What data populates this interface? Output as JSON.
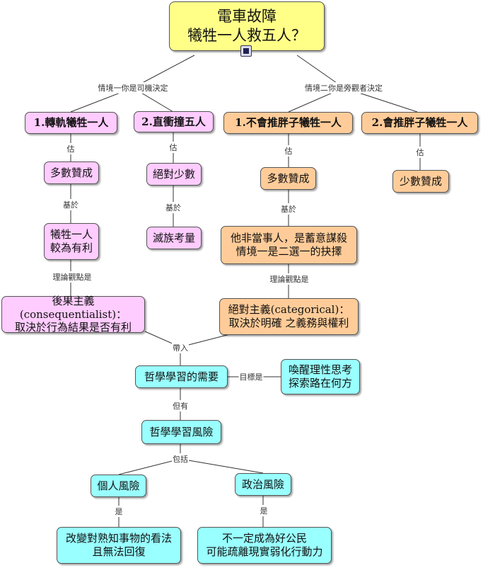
{
  "title": {
    "line1": "電車故障",
    "line2": "犧牲一人救五人？"
  },
  "icons": {
    "attachment": "film-strip-icon"
  },
  "scenarios": {
    "left": "情境一你是司機決定",
    "right": "情境二你是旁觀者決定"
  },
  "options": {
    "o1": "1.轉軌犧牲一人",
    "o2": "2.直衝撞五人",
    "o3": "1.不會推胖子犧牲一人",
    "o4": "2.會推胖子犧牲一人"
  },
  "outcomes": {
    "o1_vote": "多數贊成",
    "o2_vote": "絕對少數",
    "o3_vote": "多數贊成",
    "o4_vote": "少數贊成"
  },
  "reasons": {
    "o1": "犧牲一人\n較為有利",
    "o2": "滅族考量",
    "o3": "他非當事人，是蓄意謀殺\n情境一是二選一的抉擇"
  },
  "theories": {
    "left": "後果主義(consequentialist)：\n取決於行為結果是否有利",
    "right": "絕對主義(categorical)：\n取決於明確 之義務與權利"
  },
  "philosophy": {
    "need": "哲學學習的需要",
    "goal": "喚醒理性思考\n探索路在何方",
    "risk": "哲學學習風險",
    "personal": "個人風險",
    "political": "政治風險",
    "personal_detail": "改變對熟知事物的看法\n且無法回復",
    "political_detail": "不一定成為好公民\n可能疏離現實弱化行動力"
  },
  "link_labels": {
    "estimate": "估",
    "based_on": "基於",
    "theory_view": "理論觀點是",
    "brings_in": "帶入",
    "goal_is": "目標是",
    "but_has": "但有",
    "includes": "包括",
    "is": "是"
  },
  "colors": {
    "title_fill": "#ffff88",
    "scenario1_fill": "#ffccff",
    "scenario2_fill": "#ffcc99",
    "philosophy_fill": "#99ffff",
    "line": "#333333"
  }
}
